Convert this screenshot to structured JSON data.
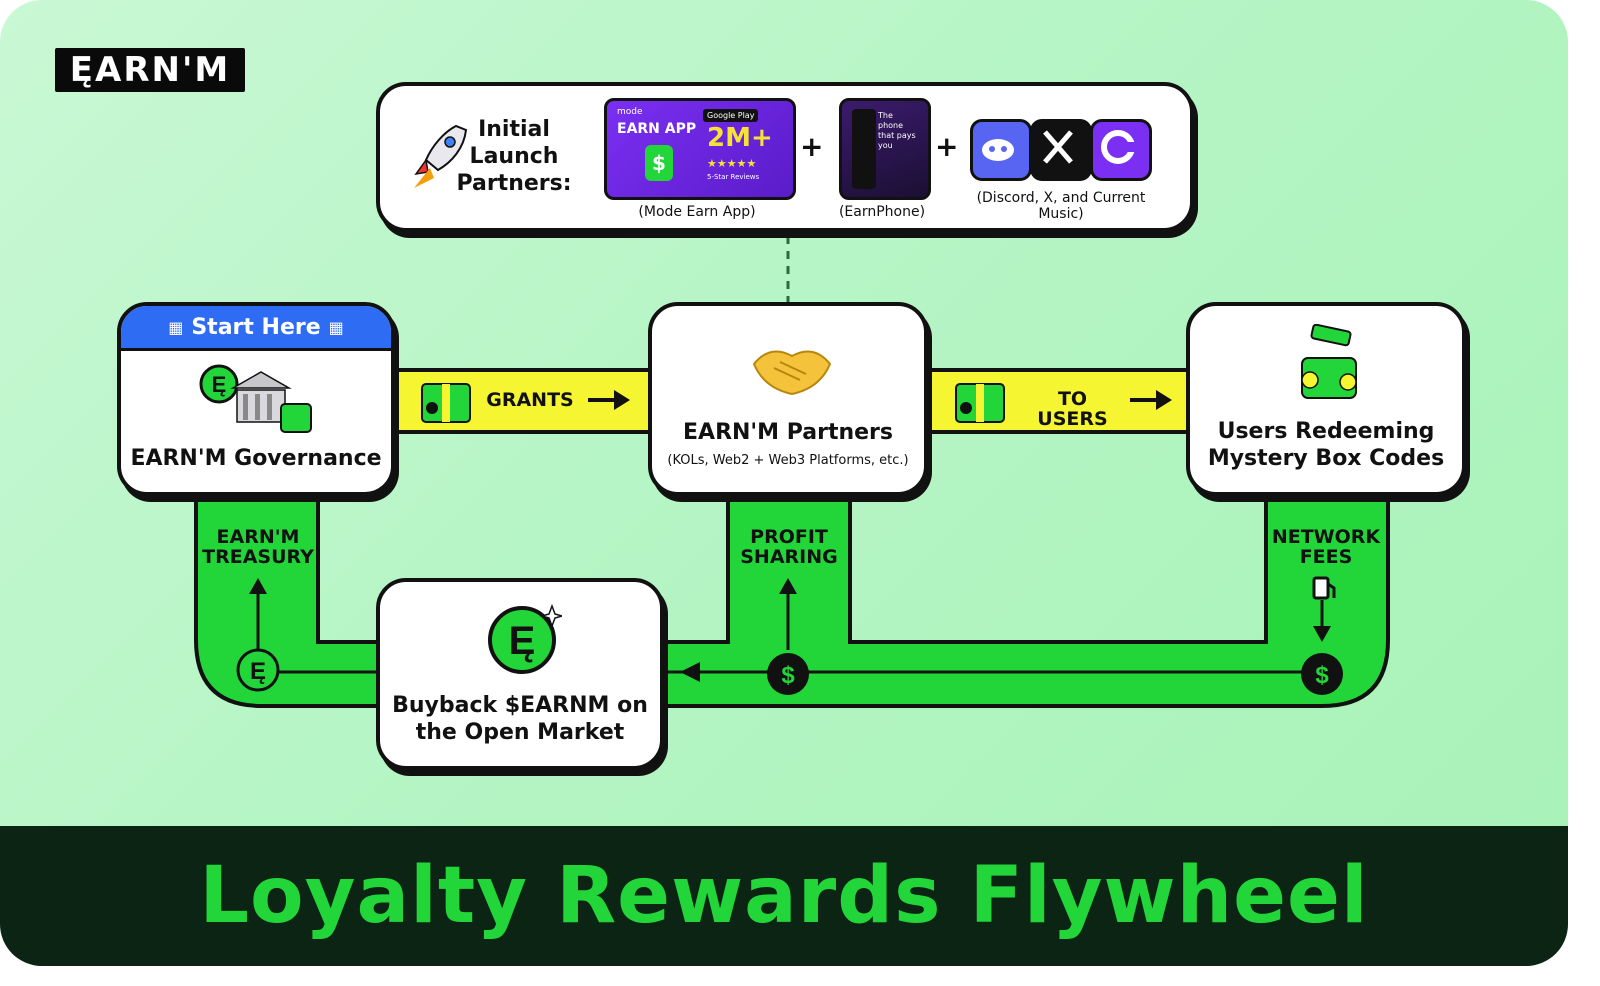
{
  "brand": {
    "logo_text": "ĘARN'M"
  },
  "launch": {
    "title_lines": [
      "Initial",
      "Launch",
      "Partners:"
    ],
    "app1": {
      "caption": "(Mode Earn App)",
      "line1": "EARN APP",
      "line2": "2M+",
      "line3": "5-Star Reviews",
      "store": "Google Play",
      "top": "mode"
    },
    "app2": {
      "caption": "(EarnPhone)",
      "text": "The phone that pays you"
    },
    "app3": {
      "caption": "(Discord, X, and Current Music)"
    },
    "plus": "+"
  },
  "nodes": {
    "start_label": "Start Here",
    "governance": "EARN'M Governance",
    "partners_title": "EARN'M Partners",
    "partners_sub": "(KOLs, Web2 + Web3 Platforms, etc.)",
    "users_title_1": "Users Redeeming",
    "users_title_2": "Mystery Box Codes",
    "buyback_1": "Buyback $EARNM on",
    "buyback_2": "the Open Market"
  },
  "bands": {
    "grants": "GRANTS",
    "to_users": "TO USERS",
    "treasury_1": "EARN'M",
    "treasury_2": "TREASURY",
    "profit_1": "PROFIT",
    "profit_2": "SHARING",
    "network_1": "NETWORK",
    "network_2": "FEES"
  },
  "footer": {
    "title": "Loyalty Rewards Flywheel"
  },
  "colors": {
    "green": "#22d63a",
    "yellow": "#f6f531",
    "blue": "#2f6cf4",
    "dark": "#0b2413"
  },
  "icons": [
    "rocket-icon",
    "plus-icon",
    "discord-icon",
    "x-icon",
    "current-music-icon",
    "handshake-icon",
    "bank-icon",
    "gift-icon",
    "arrow-right-icon",
    "dollar-coin-icon",
    "earnm-coin-icon",
    "fuel-pump-icon",
    "arrow-up-icon",
    "arrow-down-icon",
    "arrow-left-icon",
    "checkered-flag-icon"
  ]
}
